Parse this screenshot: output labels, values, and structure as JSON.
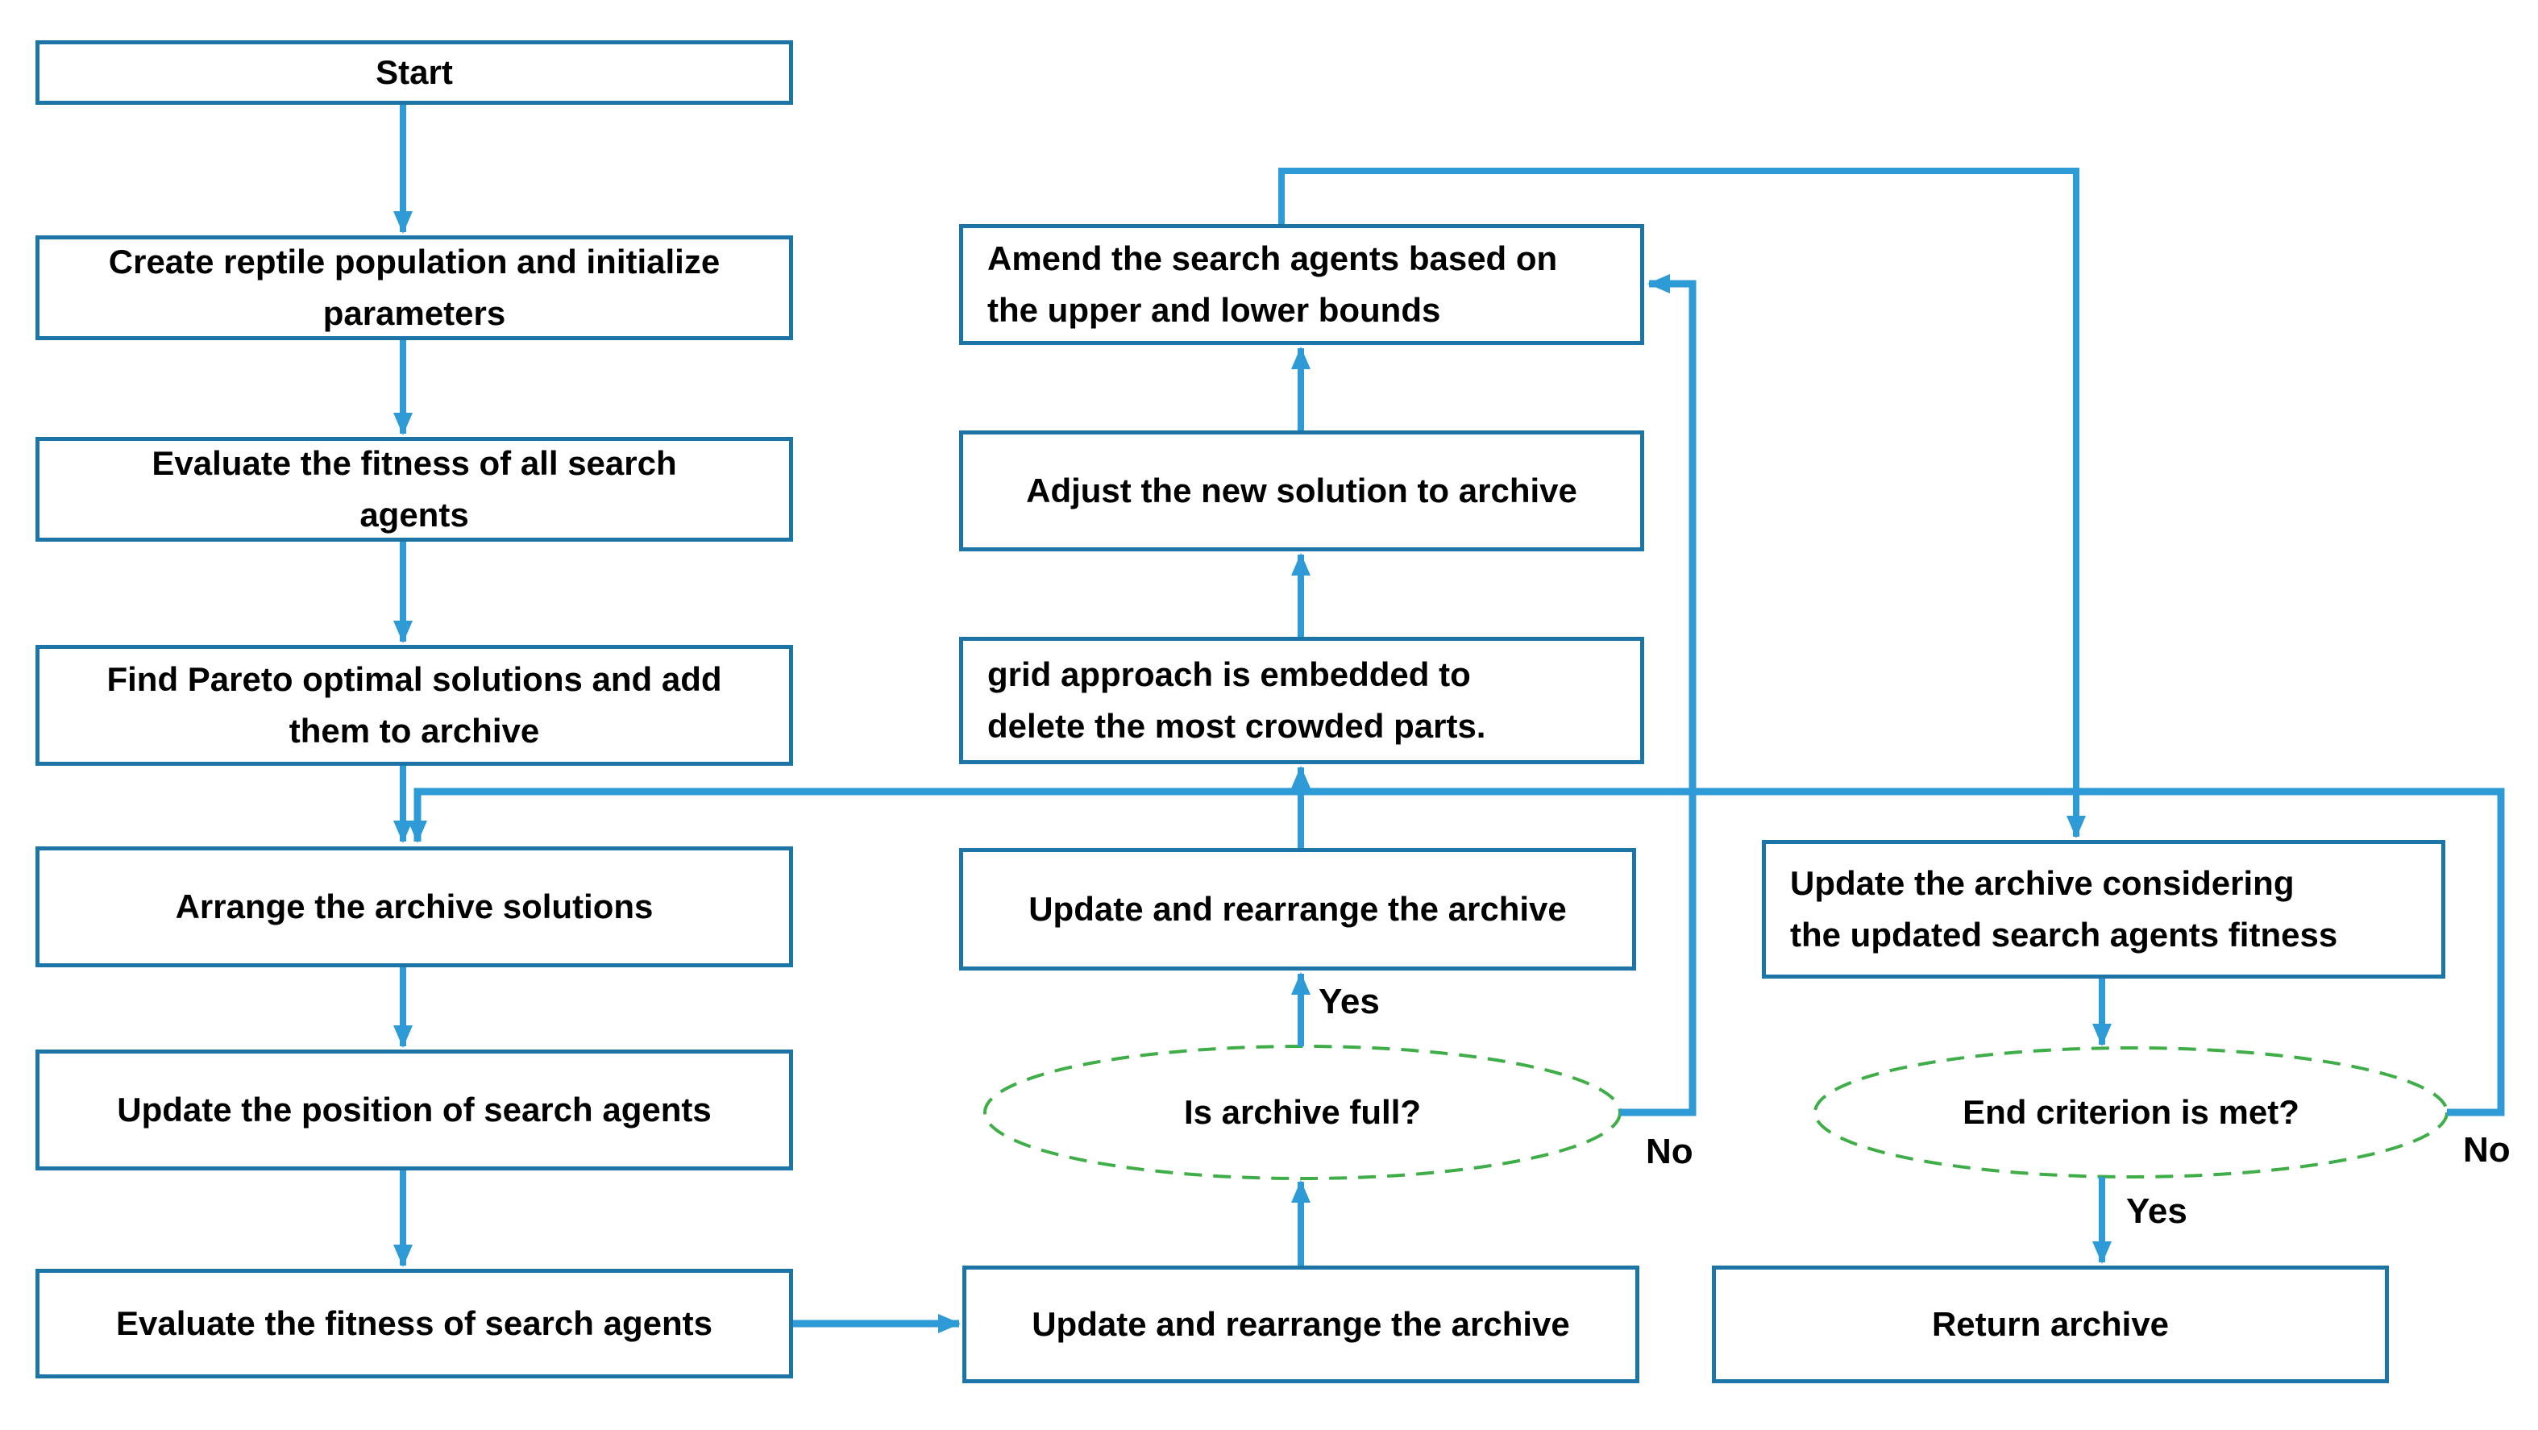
{
  "flowchart": {
    "nodes": {
      "start": {
        "type": "process",
        "lines": [
          "Start"
        ]
      },
      "create_population": {
        "type": "process",
        "lines": [
          "Create reptile population and initialize",
          "parameters"
        ]
      },
      "evaluate_all_fitness": {
        "type": "process",
        "lines": [
          "Evaluate the fitness of all search",
          "agents"
        ]
      },
      "find_pareto": {
        "type": "process",
        "lines": [
          "Find Pareto optimal solutions and add",
          "them to archive"
        ]
      },
      "arrange_archive": {
        "type": "process",
        "lines": [
          "Arrange the archive solutions"
        ]
      },
      "update_position": {
        "type": "process",
        "lines": [
          "Update the position of search agents"
        ]
      },
      "evaluate_search_fitness": {
        "type": "process",
        "lines": [
          "Evaluate the fitness of search agents"
        ]
      },
      "amend_agents": {
        "type": "process",
        "lines": [
          "Amend the search agents based on",
          "the upper and lower bounds"
        ]
      },
      "adjust_solution": {
        "type": "process",
        "lines": [
          "Adjust the new solution to archive"
        ]
      },
      "grid_approach": {
        "type": "process",
        "lines": [
          "grid approach is embedded to",
          "delete the most crowded parts."
        ]
      },
      "update_rearrange_upper": {
        "type": "process",
        "lines": [
          "Update and rearrange the archive"
        ]
      },
      "is_archive_full": {
        "type": "decision",
        "lines": [
          "Is archive full?"
        ]
      },
      "update_rearrange_lower": {
        "type": "process",
        "lines": [
          "Update and rearrange the archive"
        ]
      },
      "update_archive_considering": {
        "type": "process",
        "lines": [
          "Update the archive considering",
          "the updated search agents fitness"
        ]
      },
      "end_criterion_met": {
        "type": "decision",
        "lines": [
          "End criterion is met?"
        ]
      },
      "return_archive": {
        "type": "process",
        "lines": [
          "Return archive"
        ]
      }
    },
    "edge_labels": {
      "archive_full_yes": "Yes",
      "archive_full_no": "No",
      "end_criterion_yes": "Yes",
      "end_criterion_no": "No"
    },
    "colors": {
      "process_border": "#1d74a6",
      "connector": "#2e9bd6",
      "decision_border": "#3fae49",
      "text": "#000000",
      "background": "#ffffff"
    }
  }
}
